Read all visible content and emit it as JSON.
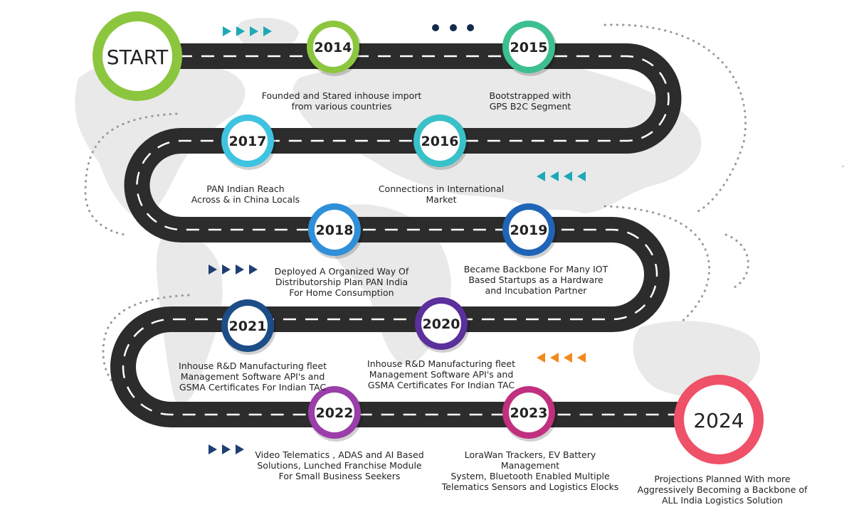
{
  "start_label": "START",
  "end_year": "2024",
  "end_caption": [
    "Projections Planned With more",
    "Aggressively Becoming a Backbone of",
    "ALL India Logistics Solution"
  ],
  "corner_mark": "ˇ",
  "milestones": [
    {
      "year": "2014",
      "color": "#8cc63f",
      "caption": [
        "Founded and Stared inhouse import",
        "from various countries"
      ]
    },
    {
      "year": "2015",
      "color": "#3dbf8f",
      "caption": [
        "Bootstrapped with",
        "GPS B2C Segment"
      ]
    },
    {
      "year": "2016",
      "color": "#39c1c9",
      "caption": [
        "Connections in International",
        "Market"
      ]
    },
    {
      "year": "2017",
      "color": "#3ec4e0",
      "caption": [
        "PAN Indian Reach",
        "Across & in China Locals"
      ]
    },
    {
      "year": "2018",
      "color": "#2f8fd8",
      "caption": [
        "Deployed A Organized Way Of",
        "Distributorship Plan PAN India",
        "For Home Consumption"
      ]
    },
    {
      "year": "2019",
      "color": "#1f64b7",
      "caption": [
        "Became Backbone For Many IOT",
        "Based Startups as a Hardware",
        "and Incubation Partner"
      ]
    },
    {
      "year": "2020",
      "color": "#5b2f9c",
      "caption": [
        "Inhouse R&D Manufacturing fleet",
        "Management Software API's and",
        "GSMA Certificates For Indian TAC"
      ]
    },
    {
      "year": "2021",
      "color": "#1c4d86",
      "caption": [
        "Inhouse R&D Manufacturing fleet",
        "Management Software API's and",
        "GSMA Certificates For Indian TAC"
      ]
    },
    {
      "year": "2022",
      "color": "#9a3ea9",
      "caption": [
        "Video Telematics , ADAS and AI Based",
        "Solutions, Lunched Franchise Module",
        "For Small Business Seekers"
      ]
    },
    {
      "year": "2023",
      "color": "#c0307f",
      "caption": [
        "LoraWan Trackers, EV Battery Management",
        "System, Bluetooth Enabled Multiple",
        "Telematics Sensors and Logistics Elocks"
      ]
    }
  ],
  "colors": {
    "road": "#2c2c2c",
    "lane": "#ffffff",
    "start": "#8cc63f",
    "end": "#ef5168",
    "map": "#e9e9e9",
    "dots": "#9a9a9a",
    "arrow_teal": "#1da9b5",
    "arrow_navy": "#1f3f73",
    "arrow_orange": "#f28a1e",
    "dots_navy": "#15294c"
  }
}
